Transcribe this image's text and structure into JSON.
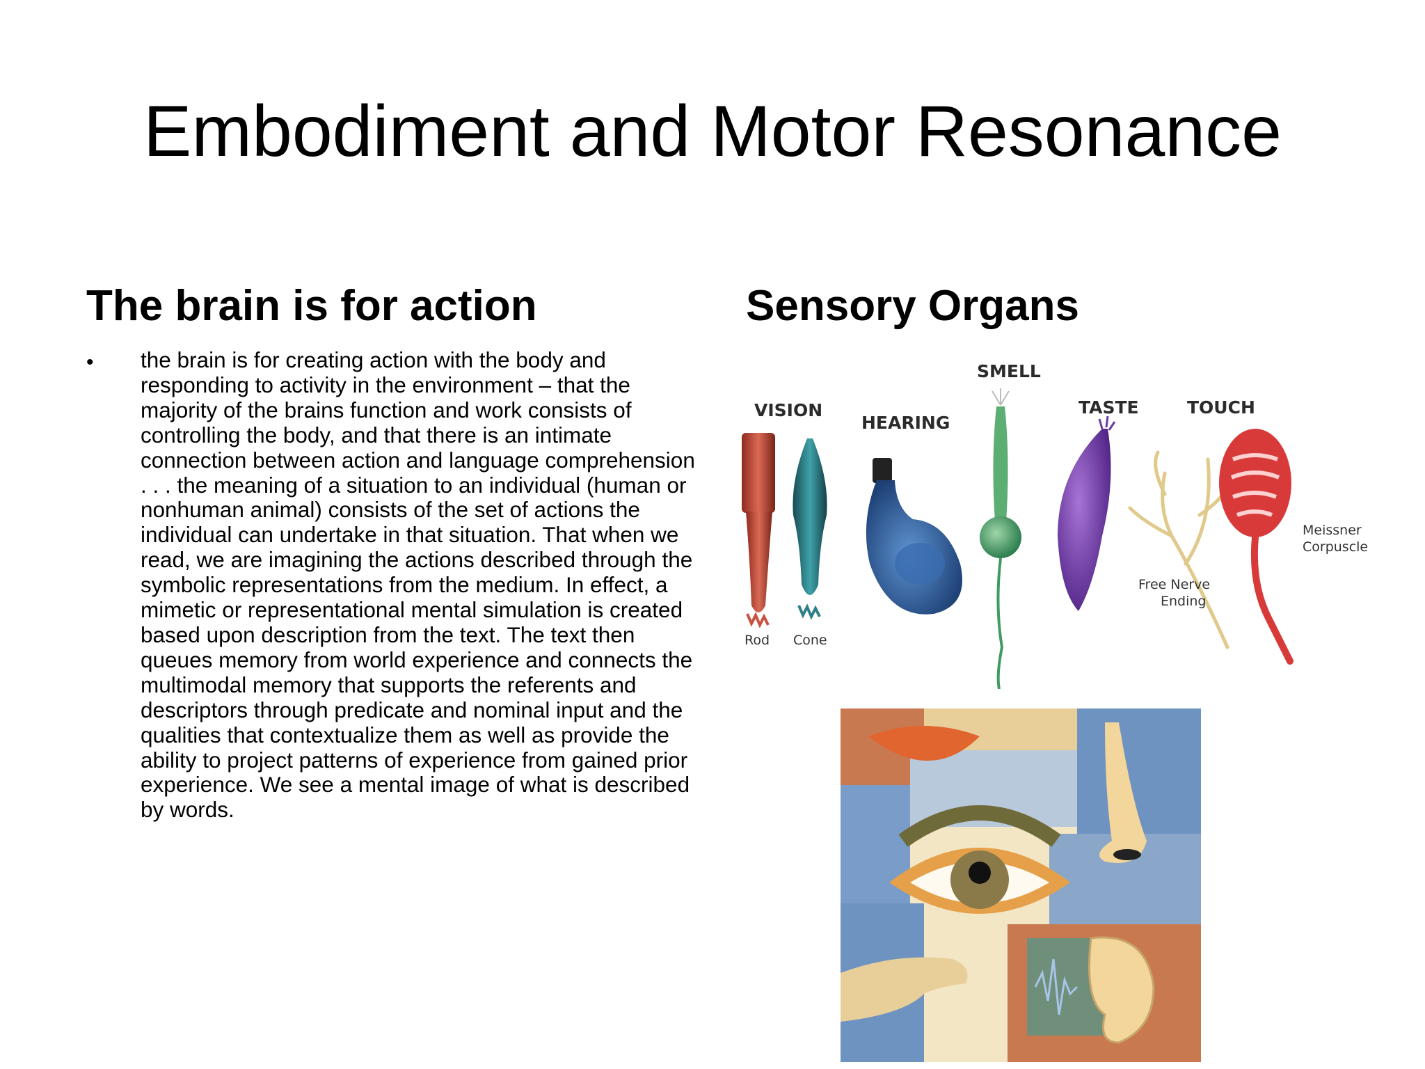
{
  "slide": {
    "title": "Embodiment and Motor Resonance"
  },
  "left_column": {
    "heading": "The brain is for action",
    "bullet": "•",
    "body": "the brain is for creating action with the body and responding to activity in the environment – that the majority of the brains function and work consists of controlling the body, and that there is an intimate connection between action and language comprehension . . . the meaning of a situation to an individual (human or nonhuman animal) consists of the set of actions the individual can undertake in that situation. That when we read, we are imagining the actions described through the symbolic representations from the medium. In effect, a mimetic or representational mental simulation is created based upon description from the text. The text then queues memory from world experience and connects the multimodal memory that supports the referents and descriptors through predicate and nominal input and the qualities that contextualize them as well as provide the ability to project patterns of experience from gained prior experience. We see a mental image of what is described by words."
  },
  "right_column": {
    "heading": "Sensory Organs",
    "organs_figure": {
      "labels": {
        "vision": "VISION",
        "hearing": "HEARING",
        "smell": "SMELL",
        "taste": "TASTE",
        "touch": "TOUCH",
        "rod": "Rod",
        "cone": "Cone",
        "free_nerve_1": "Free Nerve",
        "free_nerve_2": "Ending",
        "meissner_1": "Meissner",
        "meissner_2": "Corpuscle"
      },
      "colors": {
        "rod": "#c9523f",
        "cone": "#2f7f86",
        "hearing": "#2f5f9e",
        "smell": "#3f9a63",
        "taste": "#6b3aa0",
        "nerve": "#e0c98a",
        "meissner": "#d83a3a"
      }
    },
    "senses_figure": {
      "colors": {
        "tan": "#e8cf9a",
        "blue": "#6f93c0",
        "rust": "#c8794f",
        "lips": "#e0652e",
        "green": "#6f8f7a"
      }
    }
  }
}
